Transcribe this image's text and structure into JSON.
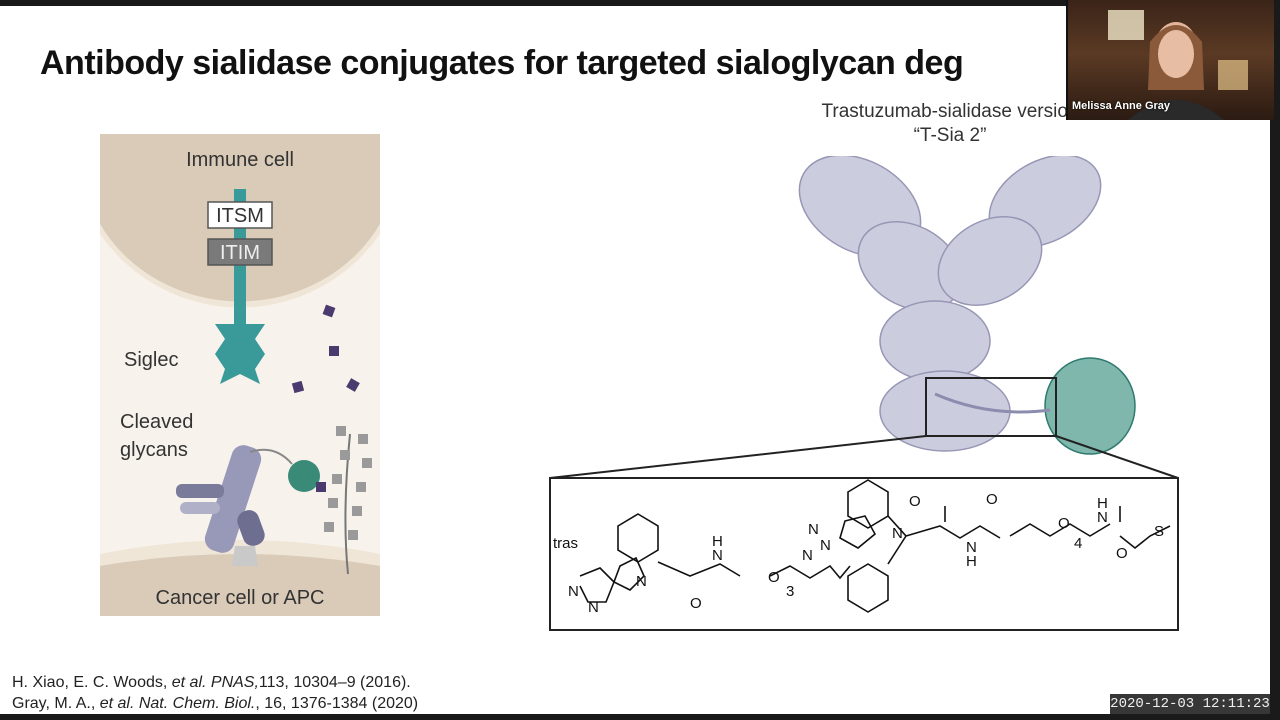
{
  "slide": {
    "title": "Antibody sialidase conjugates for targeted sialoglycan deg",
    "version_label_line1": "Trastuzumab-sialidase version",
    "version_label_line2": "“T-Sia 2”",
    "left_diagram": {
      "immune_cell_label": "Immune cell",
      "itsm_label": "ITSM",
      "itim_label": "ITIM",
      "siglec_label": "Siglec",
      "cleaved_label_line1": "Cleaved",
      "cleaved_label_line2": "glycans",
      "cancer_cell_label": "Cancer cell or APC"
    },
    "chem_structure": {
      "tras_label": "tras",
      "n_label": "N",
      "h_label": "H",
      "o_label": "O",
      "s_label": "S",
      "subscript_3": "3",
      "subscript_4": "4"
    },
    "references": {
      "ref1_authors": "H. Xiao, E. C. Woods, ",
      "ref1_journal": "et al. PNAS,",
      "ref1_rest": "113, 10304–9 (2016).",
      "ref2_authors": "Gray, M. A., ",
      "ref2_journal": "et al. Nat. Chem. Biol.",
      "ref2_rest": ", 16, 1376-1384 (2020)"
    }
  },
  "participant": {
    "name": "Melissa Anne Gray"
  },
  "recording": {
    "timestamp": "2020-12-03  12:11:23"
  },
  "colors": {
    "teal": "#3a9a9a",
    "beige": "#d9cbb8",
    "purple": "#4b3a6e",
    "antibody_gray": "#9898b8"
  }
}
